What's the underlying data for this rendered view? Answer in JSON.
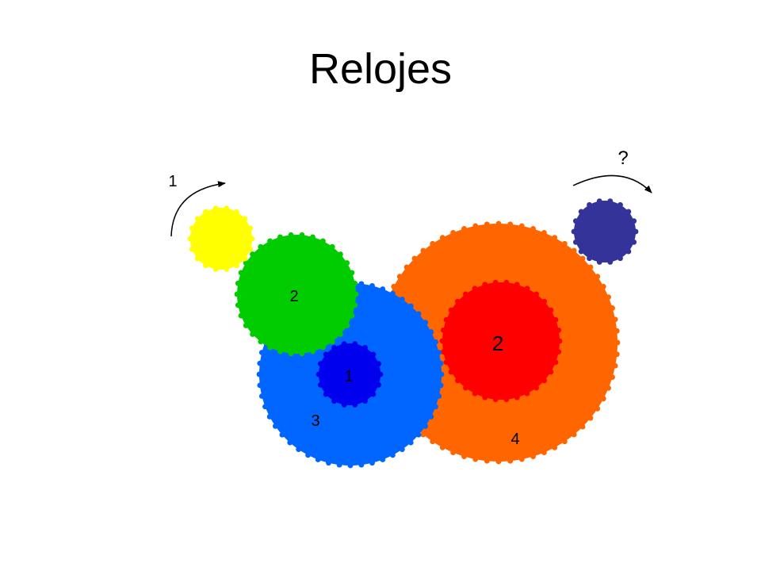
{
  "title": "Relojes",
  "input_rotation_label": "1",
  "output_rotation_label": "?",
  "gears": {
    "yellow": {
      "color": "#FFFF00",
      "label": ""
    },
    "green": {
      "color": "#00CC00",
      "label": "2"
    },
    "blue": {
      "color": "#0066FF",
      "label": "3"
    },
    "dark_blue_inner": {
      "color": "#0000EE",
      "label": "1"
    },
    "orange": {
      "color": "#FF6600",
      "label": "4"
    },
    "red_inner": {
      "color": "#FF0000",
      "label": "2"
    },
    "indigo": {
      "color": "#333399",
      "label": ""
    }
  }
}
